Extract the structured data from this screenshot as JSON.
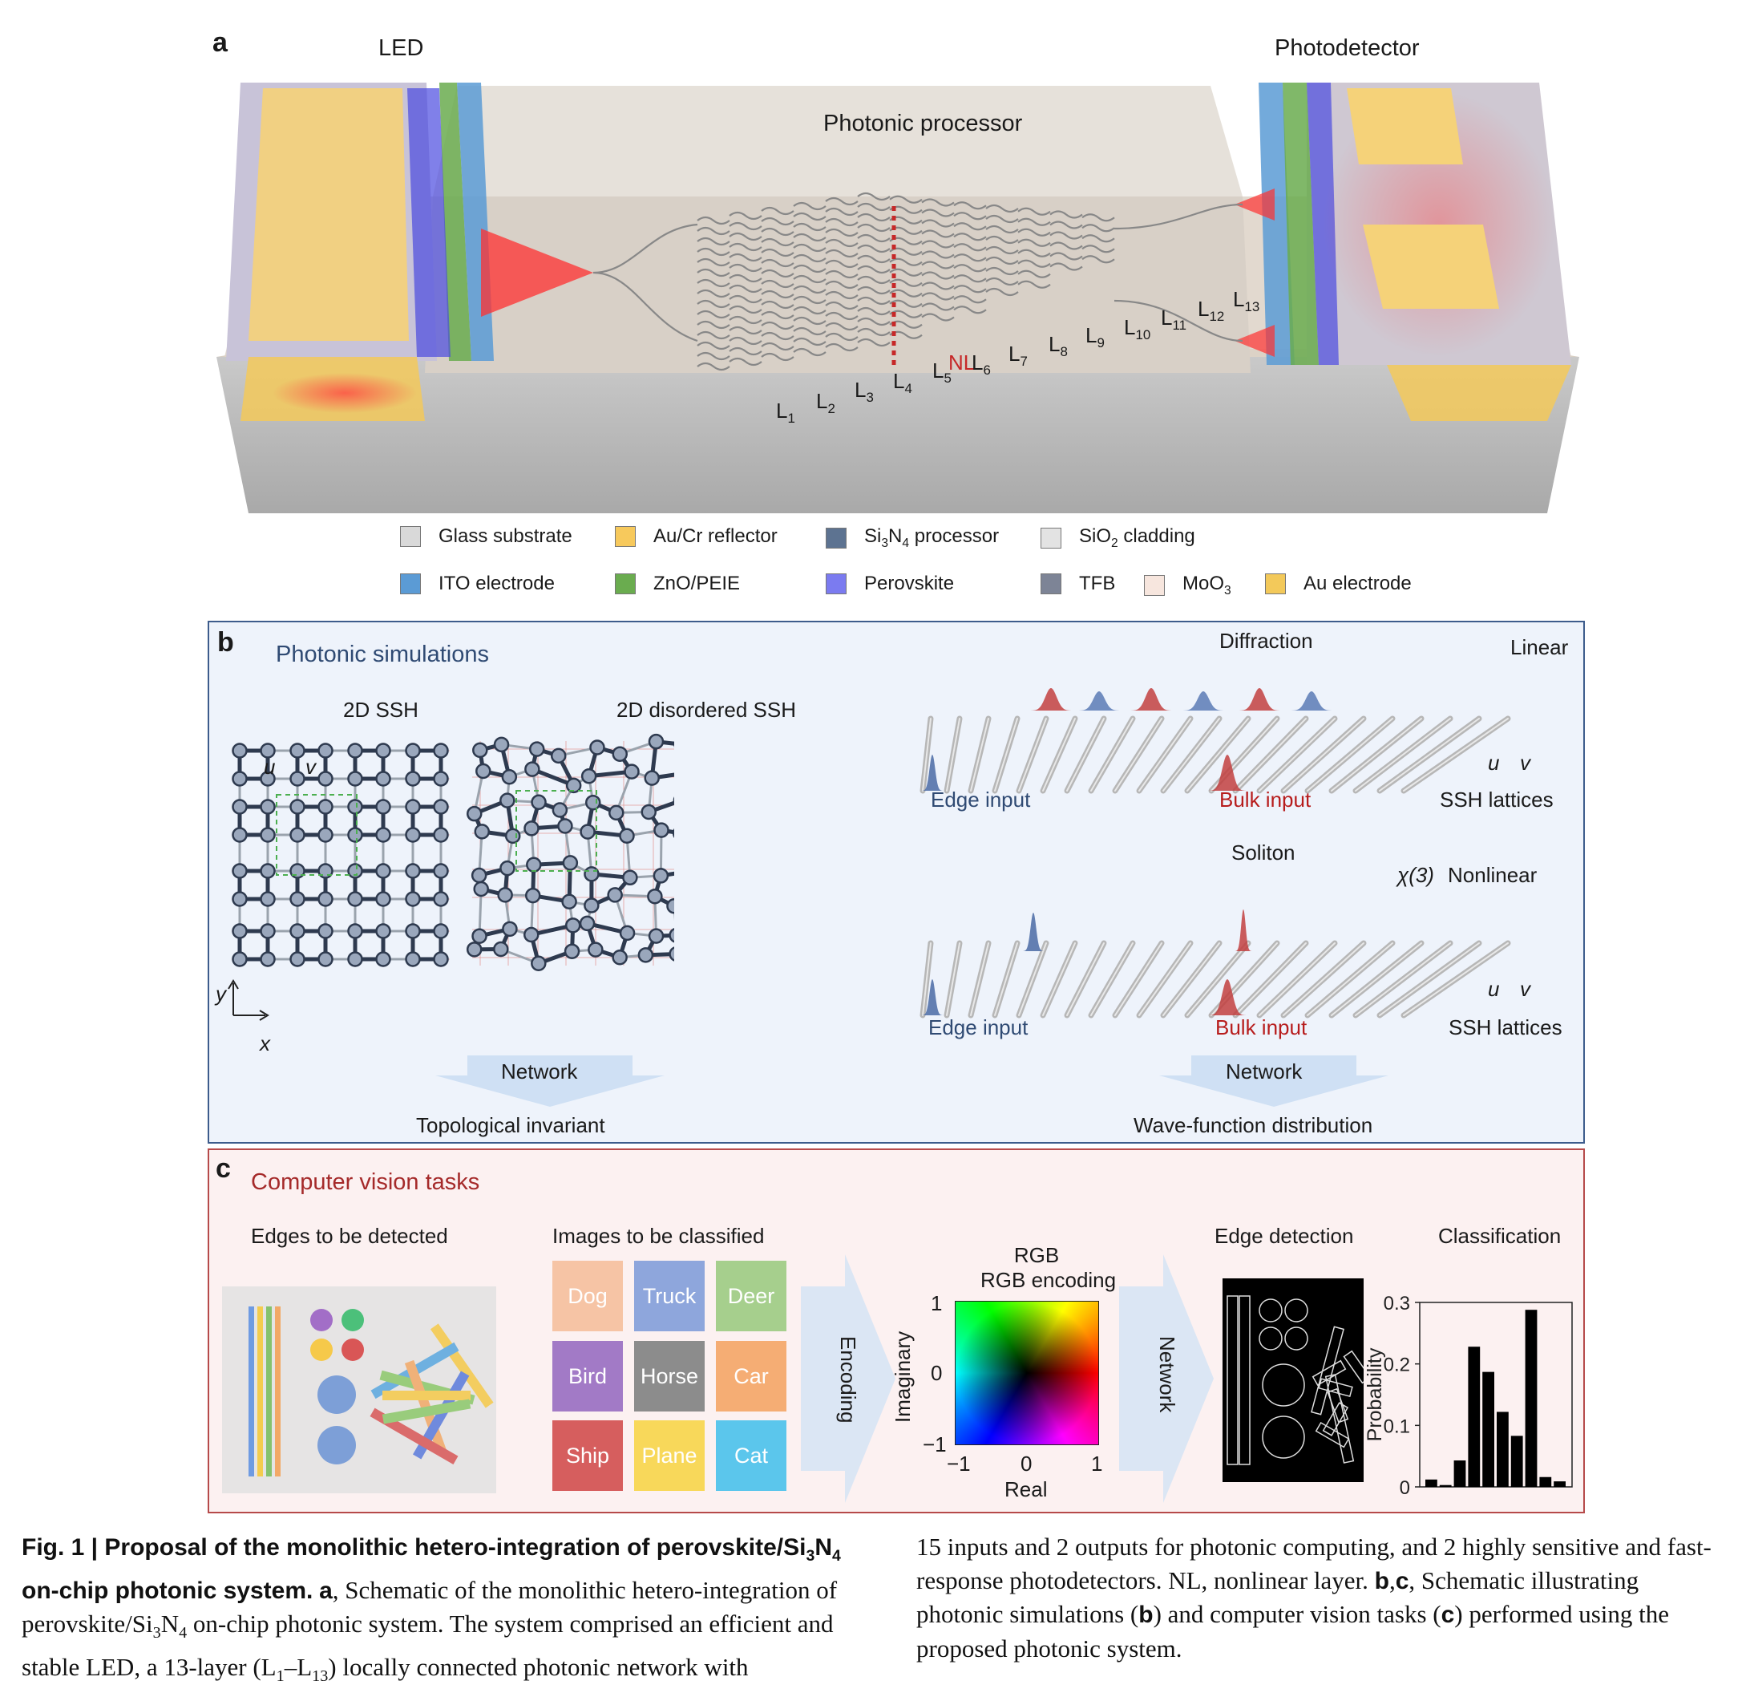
{
  "panel_a": {
    "letter": "a",
    "led_label": "LED",
    "photodetector_label": "Photodetector",
    "processor_label": "Photonic processor",
    "nl_label": "NL",
    "layer_labels": [
      "L1",
      "L2",
      "L3",
      "L4",
      "L5",
      "L6",
      "L7",
      "L8",
      "L9",
      "L10",
      "L11",
      "L12",
      "L13"
    ],
    "legend": [
      {
        "label": "Glass substrate",
        "color": "#d9d9d9"
      },
      {
        "label": "Au/Cr reflector",
        "color": "#f7c95c"
      },
      {
        "label": "Si3N4 processor",
        "color": "#5d7391"
      },
      {
        "label": "SiO2 cladding",
        "color": "#e3e3e3"
      },
      {
        "label": "ITO electrode",
        "color": "#5b9bd5"
      },
      {
        "label": "ZnO/PEIE",
        "color": "#6aac4f"
      },
      {
        "label": "Perovskite",
        "color": "#7b7bf0"
      },
      {
        "label": "TFB",
        "color": "#7d8496"
      },
      {
        "label": "MoO3",
        "color": "#f7e6de"
      },
      {
        "label": "Au electrode",
        "color": "#f3c95a"
      }
    ]
  },
  "panel_b": {
    "letter": "b",
    "title": "Photonic simulations",
    "ssh_2d": "2D SSH",
    "ssh_2d_disordered": "2D disordered SSH",
    "u": "u",
    "v": "v",
    "axis_x": "x",
    "axis_y": "y",
    "diffraction": "Diffraction",
    "linear": "Linear",
    "soliton": "Soliton",
    "chi3": "χ(3)",
    "nonlinear": "Nonlinear",
    "edge_input": "Edge input",
    "bulk_input": "Bulk input",
    "ssh_lattices": "SSH lattices",
    "network": "Network",
    "topological_invariant": "Topological invariant",
    "wavefunction": "Wave-function distribution"
  },
  "panel_c": {
    "letter": "c",
    "title": "Computer vision tasks",
    "edges_title": "Edges to be detected",
    "images_title": "Images to be classified",
    "classes": [
      {
        "label": "Dog",
        "color": "#f6c4a5"
      },
      {
        "label": "Truck",
        "color": "#8ea6dc"
      },
      {
        "label": "Deer",
        "color": "#a6cf8d"
      },
      {
        "label": "Bird",
        "color": "#a27ac6"
      },
      {
        "label": "Horse",
        "color": "#8c8c8c"
      },
      {
        "label": "Car",
        "color": "#f5ad74"
      },
      {
        "label": "Ship",
        "color": "#d65e5e"
      },
      {
        "label": "Plane",
        "color": "#f8d85a"
      },
      {
        "label": "Cat",
        "color": "#5bc6ec"
      }
    ],
    "encoding": "Encoding",
    "rgb_encoding": "RGB encoding",
    "imaginary": "Imaginary",
    "real": "Real",
    "cmap_ticks_y": [
      "1",
      "0",
      "−1"
    ],
    "cmap_ticks_x": [
      "−1",
      "0",
      "1"
    ],
    "network": "Network",
    "edge_detection": "Edge detection",
    "classification": "Classification"
  },
  "chart_data": {
    "type": "bar",
    "title": "Classification",
    "xlabel": "",
    "ylabel": "Probability",
    "ylim": [
      0,
      0.3
    ],
    "yticks": [
      "0",
      "0.1",
      "0.2",
      "0.3"
    ],
    "values": [
      0.012,
      0.003,
      0.043,
      0.228,
      0.187,
      0.122,
      0.083,
      0.288,
      0.016,
      0.009
    ]
  },
  "caption": {
    "left_bold": "Fig. 1 | Proposal of the monolithic hetero-integration of perovskite/Si3N4 on-chip photonic system.",
    "left_text": "a, Schematic of the monolithic hetero-integration of perovskite/Si3N4 on-chip photonic system. The system comprised an efficient and stable LED, a 13-layer (L1–L13) locally connected photonic network with",
    "right_text": "15 inputs and 2 outputs for photonic computing, and 2 highly sensitive and fast-response photodetectors. NL, nonlinear layer. b,c, Schematic illustrating photonic simulations (b) and computer vision tasks (c) performed using the proposed photonic system."
  }
}
